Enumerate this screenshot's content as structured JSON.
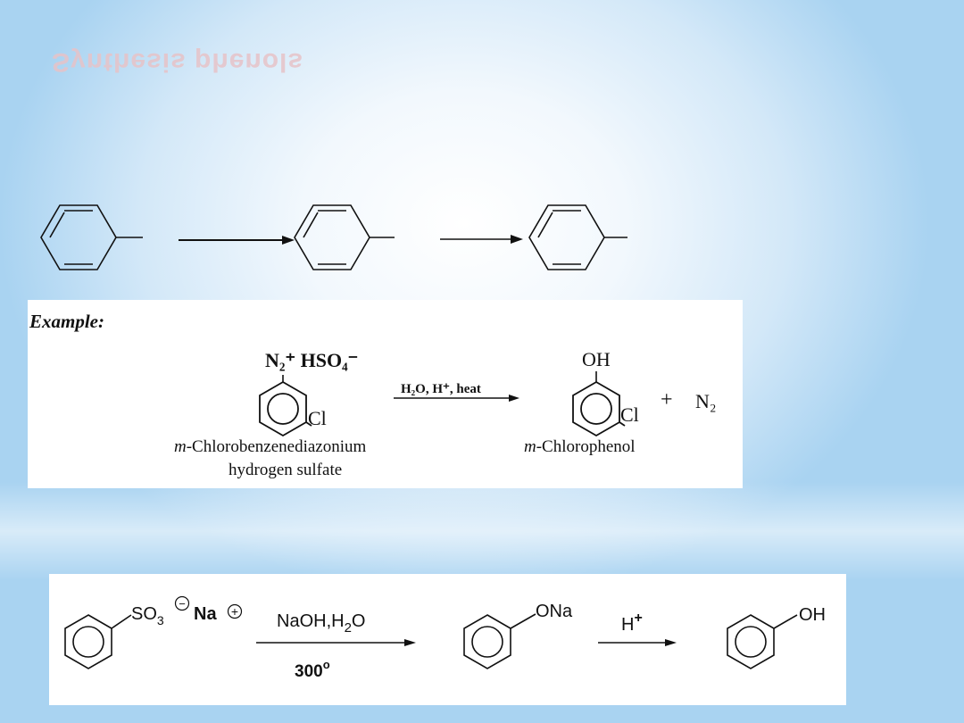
{
  "slide": {
    "title": "Synthesis phenols"
  },
  "example1": {
    "label": "Example:",
    "reactant_formula": "N₂⁺ HSO₄⁻",
    "reactant_substituent": "Cl",
    "conditions": "H₂O, H⁺, heat",
    "product_group": "OH",
    "product_substituent": "Cl",
    "plus": "+",
    "byproduct": "N₂",
    "reactant_name_prefix": "m",
    "reactant_name_line1": "-Chlorobenzenediazonium",
    "reactant_name_line2": "hydrogen sulfate",
    "product_name_prefix": "m",
    "product_name": "-Chlorophenol"
  },
  "example2": {
    "reactant_group": "SO",
    "reactant_group_sub": "3",
    "anion_charge": "−",
    "cation": "Na",
    "cation_charge": "+",
    "reagent_1": "NaOH,H",
    "reagent_1_sub": "2",
    "reagent_1_end": "O",
    "temperature": "300",
    "temperature_sup": "o",
    "intermediate_group": "ONa",
    "acid": "H",
    "acid_sup": "+",
    "product_group": "OH"
  }
}
